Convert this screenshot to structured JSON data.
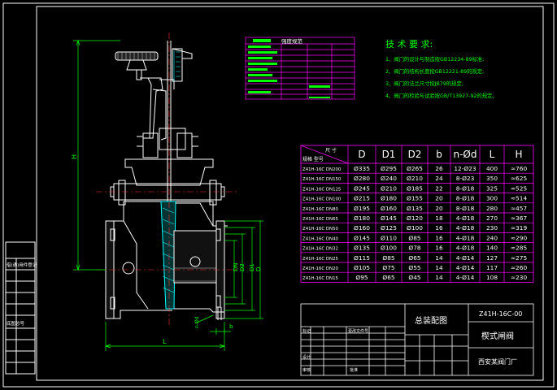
{
  "colors": {
    "background": "#000000",
    "frame": "#ffffff",
    "table_grid": "#ff00ff",
    "table_text": "#ffffff",
    "drawing": "#ffffff",
    "centerline": "#ff3333",
    "dimension": "#00ff00",
    "hatch": "#00ffff",
    "notes": "#00ff00",
    "accent": "#ffff00"
  },
  "spec_table": {
    "title": "强度规范"
  },
  "tech_requirements": {
    "title": "技 术 要 求:",
    "items": [
      "1、阀门的设计与制造按GB12234-89标准;",
      "2、阀门的结构长度按GB12221-89的规定;",
      "3、阀门的法兰尺寸按JB79的规定;",
      "4、阀门的检验与试验按GB/T13927-92的规定。"
    ]
  },
  "dim_table": {
    "header_model": "规格 型号",
    "header_size": "尺 寸",
    "columns": [
      "D",
      "D1",
      "D2",
      "b",
      "n-Ød",
      "L",
      "H"
    ],
    "rows": [
      {
        "model": "Z41H-16C DN200",
        "D": "Ø335",
        "D1": "Ø295",
        "D2": "Ø265",
        "b": "26",
        "nd": "12-Ø23",
        "L": "400",
        "H": "≈760"
      },
      {
        "model": "Z41H-16C DN150",
        "D": "Ø280",
        "D1": "Ø240",
        "D2": "Ø210",
        "b": "24",
        "nd": "8-Ø23",
        "L": "350",
        "H": "≈625"
      },
      {
        "model": "Z41H-16C DN125",
        "D": "Ø245",
        "D1": "Ø210",
        "D2": "Ø185",
        "b": "22",
        "nd": "8-Ø18",
        "L": "325",
        "H": "≈525"
      },
      {
        "model": "Z41H-16C DN100",
        "D": "Ø215",
        "D1": "Ø180",
        "D2": "Ø155",
        "b": "20",
        "nd": "8-Ø18",
        "L": "300",
        "H": "≈514"
      },
      {
        "model": "Z41H-16C DN80",
        "D": "Ø195",
        "D1": "Ø160",
        "D2": "Ø135",
        "b": "20",
        "nd": "8-Ø18",
        "L": "280",
        "H": "≈457"
      },
      {
        "model": "Z41H-16C DN65",
        "D": "Ø180",
        "D1": "Ø145",
        "D2": "Ø120",
        "b": "18",
        "nd": "4-Ø18",
        "L": "270",
        "H": "≈367"
      },
      {
        "model": "Z41H-16C DN50",
        "D": "Ø160",
        "D1": "Ø125",
        "D2": "Ø100",
        "b": "16",
        "nd": "4-Ø18",
        "L": "230",
        "H": "≈319"
      },
      {
        "model": "Z41H-16C DN40",
        "D": "Ø145",
        "D1": "Ø110",
        "D2": "Ø85",
        "b": "16",
        "nd": "4-Ø18",
        "L": "240",
        "H": "≈290"
      },
      {
        "model": "Z41H-16C DN32",
        "D": "Ø135",
        "D1": "Ø100",
        "D2": "Ø78",
        "b": "16",
        "nd": "4-Ø18",
        "L": "140",
        "H": "≈285"
      },
      {
        "model": "Z41H-16C DN25",
        "D": "Ø115",
        "D1": "Ø85",
        "D2": "Ø65",
        "b": "14",
        "nd": "4-Ø14",
        "L": "127",
        "H": "≈275"
      },
      {
        "model": "Z41H-16C DN20",
        "D": "Ø105",
        "D1": "Ø75",
        "D2": "Ø55",
        "b": "14",
        "nd": "4-Ø14",
        "L": "117",
        "H": "≈260"
      },
      {
        "model": "Z41H-16C DN15",
        "D": "Ø95",
        "D1": "Ø65",
        "D2": "Ø45",
        "b": "14",
        "nd": "4-Ø14",
        "L": "108",
        "H": "≈230"
      }
    ]
  },
  "title_block": {
    "drawing_name": "总装配图",
    "drawing_no": "Z41H-16C-00",
    "product_name": "楔式闸阀",
    "company": "西安某阀门厂",
    "label_mark": "标记",
    "label_change_doc": "更改文件号",
    "label_design": "设计",
    "label_review": "审核",
    "label_approve": "批准"
  },
  "side_panel": {
    "label_1": "借(通)用件登记",
    "label_2": "底图总号"
  },
  "dims": {
    "H": "H",
    "L": "L",
    "D": "D",
    "D1": "D1",
    "D2": "D2",
    "DN": "DN",
    "nd": "n-Ød",
    "b": "b"
  }
}
